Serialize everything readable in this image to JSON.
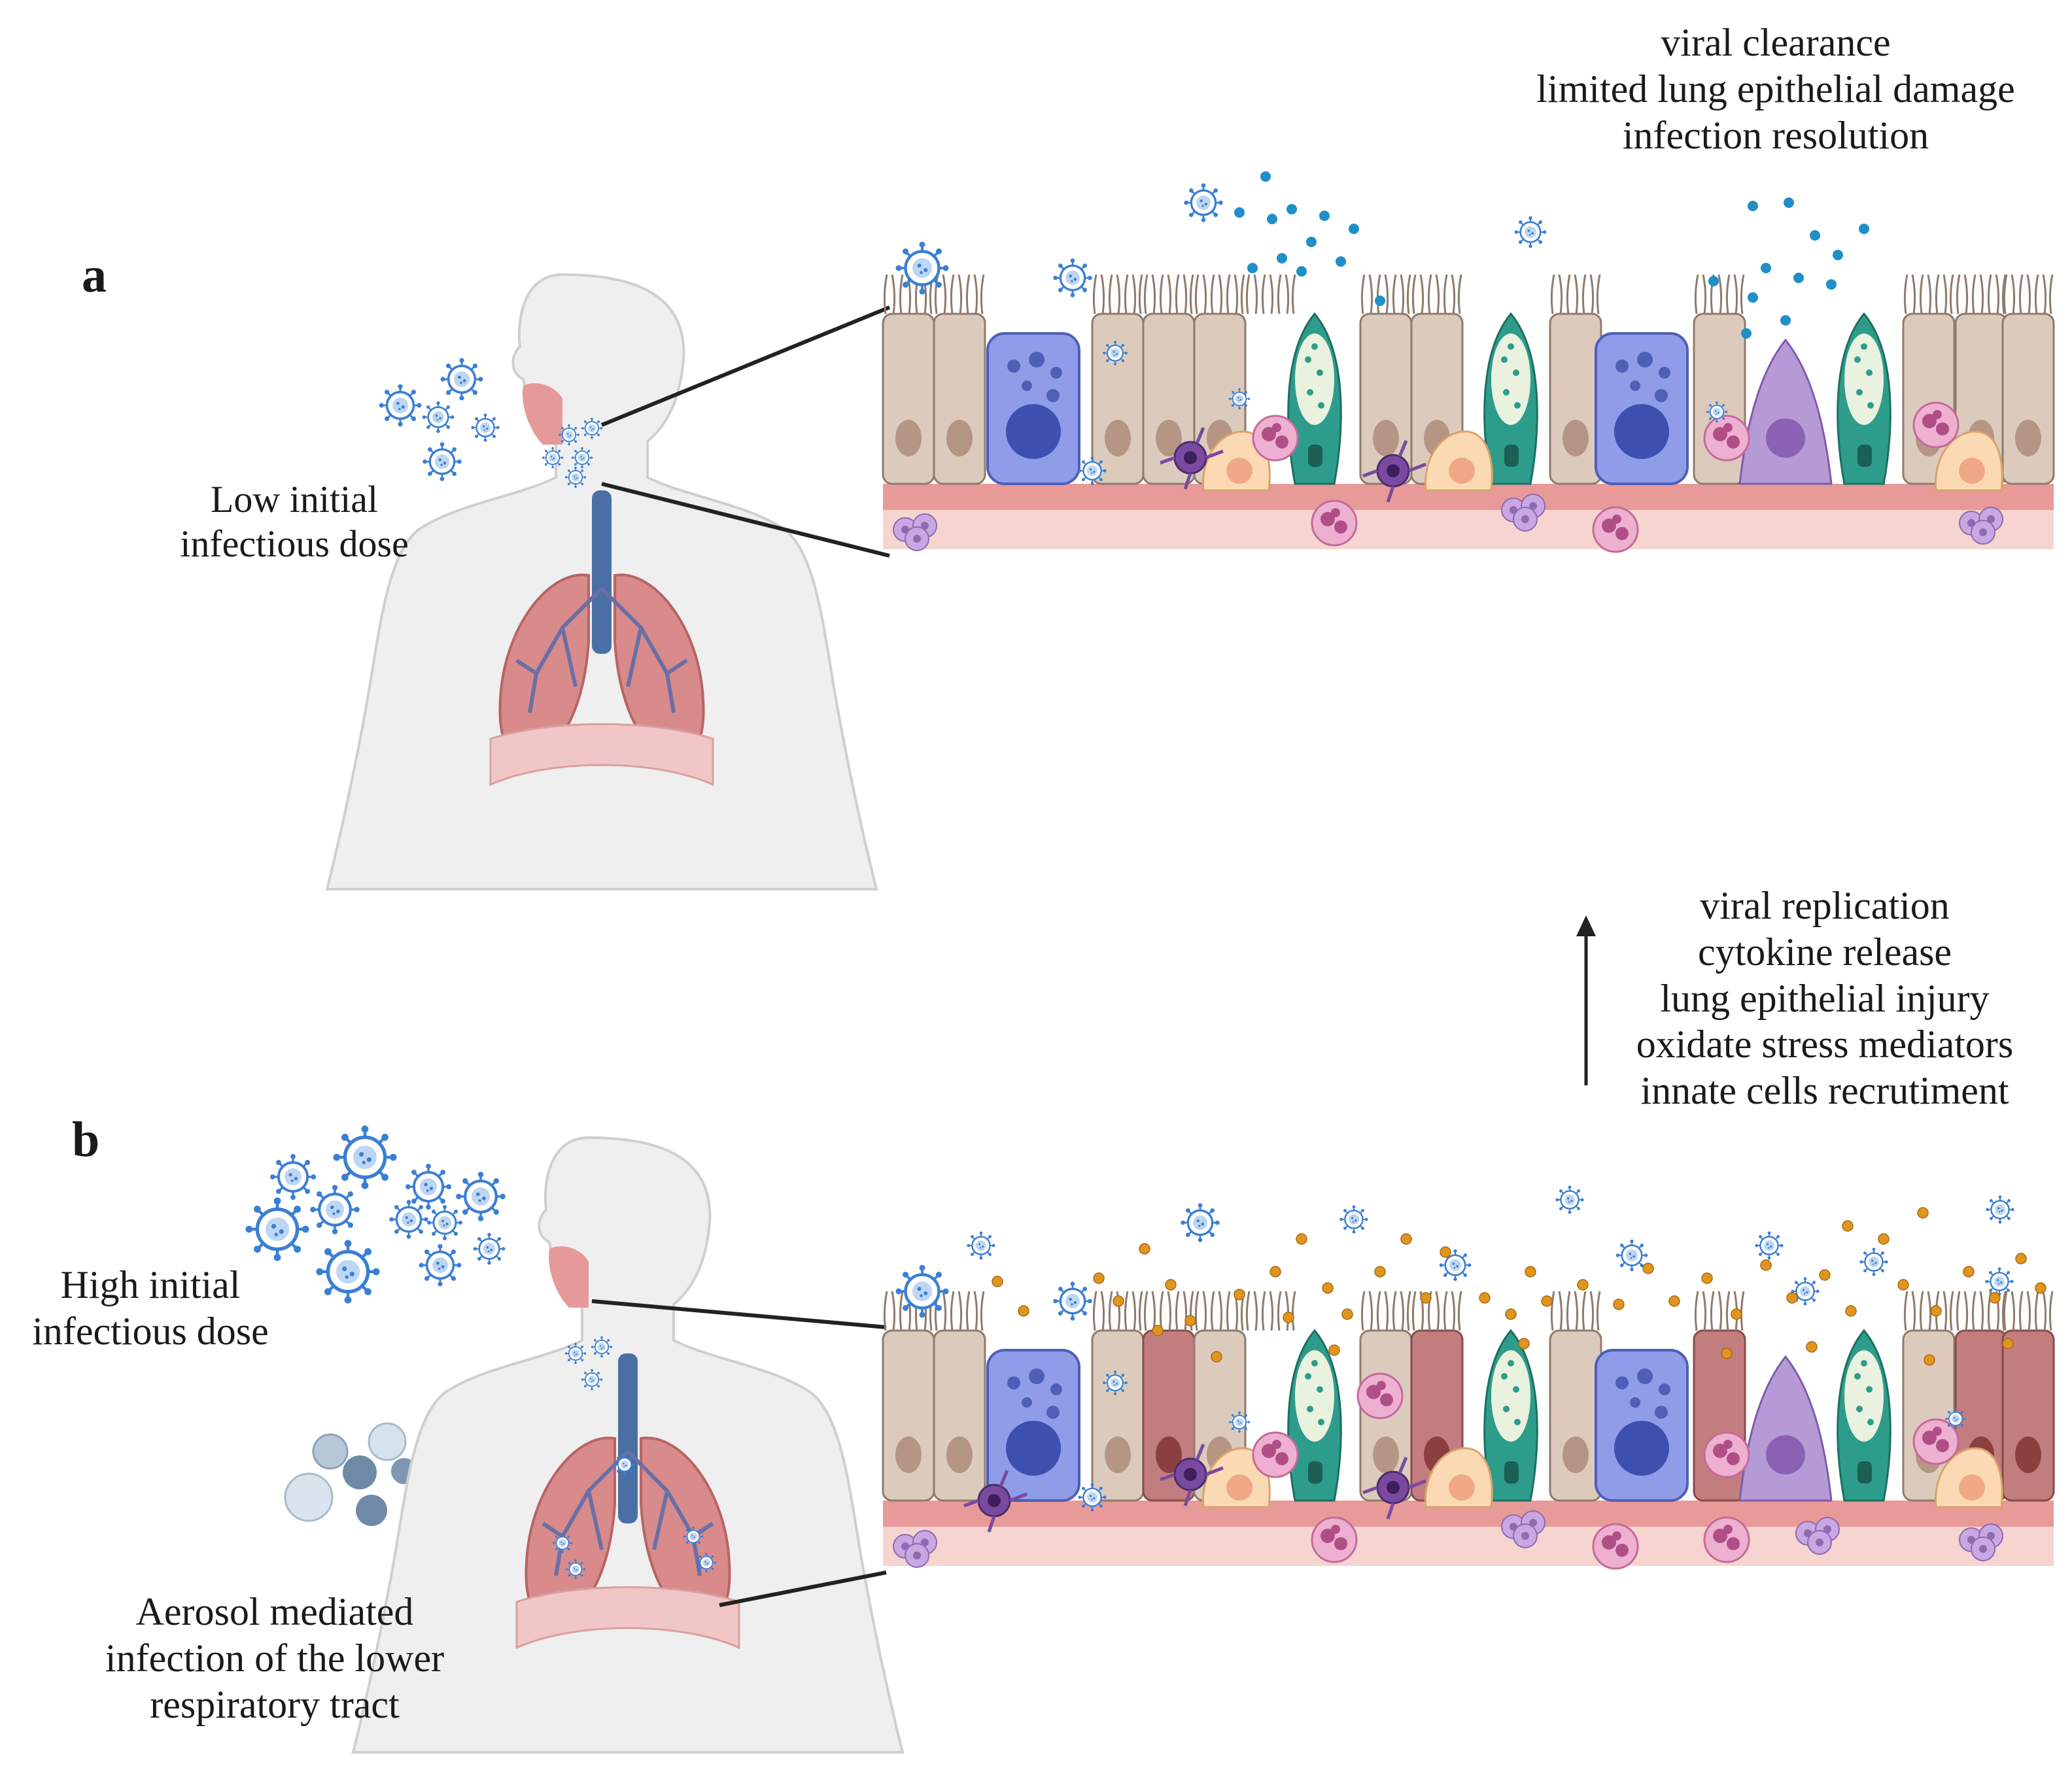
{
  "panel_a": {
    "letter": "a",
    "dose_label_lines": [
      "Low initial",
      "infectious dose"
    ],
    "outcome_lines": [
      "viral clearance",
      "limited lung epithelial damage",
      "infection resolution"
    ]
  },
  "panel_b": {
    "letter": "b",
    "dose_label_lines": [
      "High initial",
      "infectious dose"
    ],
    "aerosol_label_lines": [
      "Aerosol mediated",
      "infection of the lower",
      "respiratory tract"
    ],
    "outcome_lines": [
      "viral replication",
      "cytokine release",
      "lung epithelial injury",
      "oxidate stress mediators",
      "innate cells recrutiment"
    ]
  },
  "colors": {
    "virus": "#3b7fd4",
    "virus_core": "#bcd6f3",
    "epithelium": "#d9c9bc",
    "injured_epithelium": "#b86a6a",
    "goblet": "#2e9c8a",
    "basement": "#f3c9c3",
    "cytokine_a": "#1f8fc8",
    "cytokine_b": "#e0951f",
    "lung": "#d98a8a",
    "airway": "#4a6fa5"
  },
  "icons": [
    "virus-icon",
    "human-silhouette-icon",
    "lung-icon",
    "epithelial-cell-icon",
    "goblet-cell-icon",
    "immune-cell-icon",
    "aerosol-droplet-icon",
    "arrow-up-icon"
  ]
}
